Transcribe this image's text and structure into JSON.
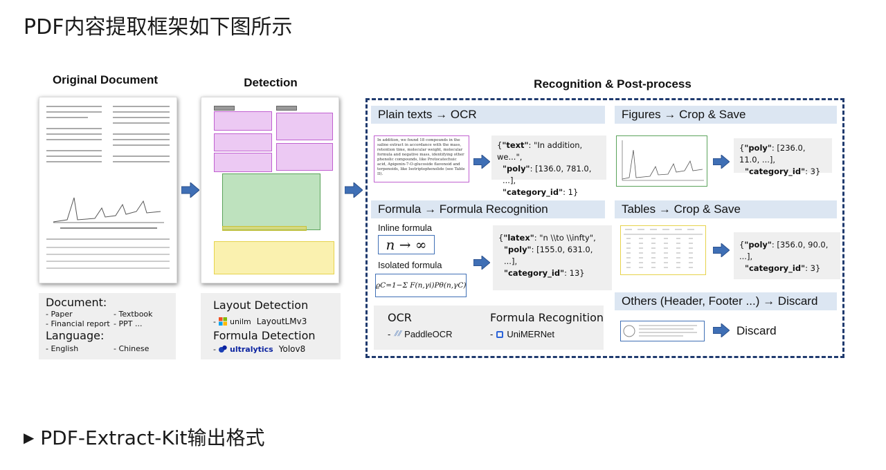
{
  "page_title": "PDF内容提取框架如下图所示",
  "bottom_heading": "PDF-Extract-Kit输出格式",
  "columns": {
    "original": "Original Document",
    "detection": "Detection",
    "recognition": "Recognition & Post-process"
  },
  "doc_panel": {
    "document_label": "Document:",
    "doc_types": [
      "Paper",
      "Textbook",
      "Financial report",
      "PPT   ..."
    ],
    "language_label": "Language:",
    "languages": [
      "English",
      "Chinese"
    ]
  },
  "detect_panel": {
    "layout_label": "Layout Detection",
    "layout_model_org": "unilm",
    "layout_model": "LayoutLMv3",
    "formula_label": "Formula Detection",
    "formula_model_org": "ultralytics",
    "formula_model": "Yolov8"
  },
  "sections": {
    "plain": "Plain texts → OCR",
    "figures": "Figures → Crop & Save",
    "formula": "Formula → Formula Recognition",
    "tables": "Tables → Crop & Save",
    "others": "Others (Header, Footer ...) → Discard"
  },
  "plain_sample": "In addition, we found 18 compounds in the saline extract in accordance with the mass, retention time, molecular weight, molecular formula and negative mass, identifying other phenolic compounds, like Protocatechuic acid, Apigenin-7-O-glucoside flavonoid and terpenoids, like Isotriptophenolide (see Table II).",
  "plain_json": [
    "{\"text\": \"In addition, we...\",",
    "\"poly\": [136.0, 781.0, ...],",
    "\"category_id\": 1}"
  ],
  "figures_json": [
    "{\"poly\": [236.0, 11.0, ...],",
    "\"category_id\": 3}"
  ],
  "formula": {
    "inline_label": "Inline formula",
    "inline_formula": "n → ∞",
    "isolated_label": "Isolated formula",
    "isolated_formula": "ϱC=1−Σ F(n,γi)Pθ(n,γC),",
    "json": [
      "{\"latex\": \"n \\\\to \\\\infty\",",
      "\"poly\": [155.0, 631.0, ...],",
      "\"category_id\": 13}"
    ]
  },
  "tables_json": [
    "{\"poly\": [356.0, 90.0, ...],",
    "\"category_id\": 3}"
  ],
  "others_result": "Discard",
  "tools": {
    "ocr_label": "OCR",
    "ocr_tool": "PaddleOCR",
    "formula_label": "Formula Recognition",
    "formula_tool": "UniMERNet"
  },
  "colors": {
    "dashed_border": "#1f3a6e",
    "arrow": "#3f6fb5",
    "section_bar": "#dce6f2",
    "magenta_box": "#c060d0",
    "green_box": "#5aa35a",
    "yellow_box": "#e6d24a"
  }
}
